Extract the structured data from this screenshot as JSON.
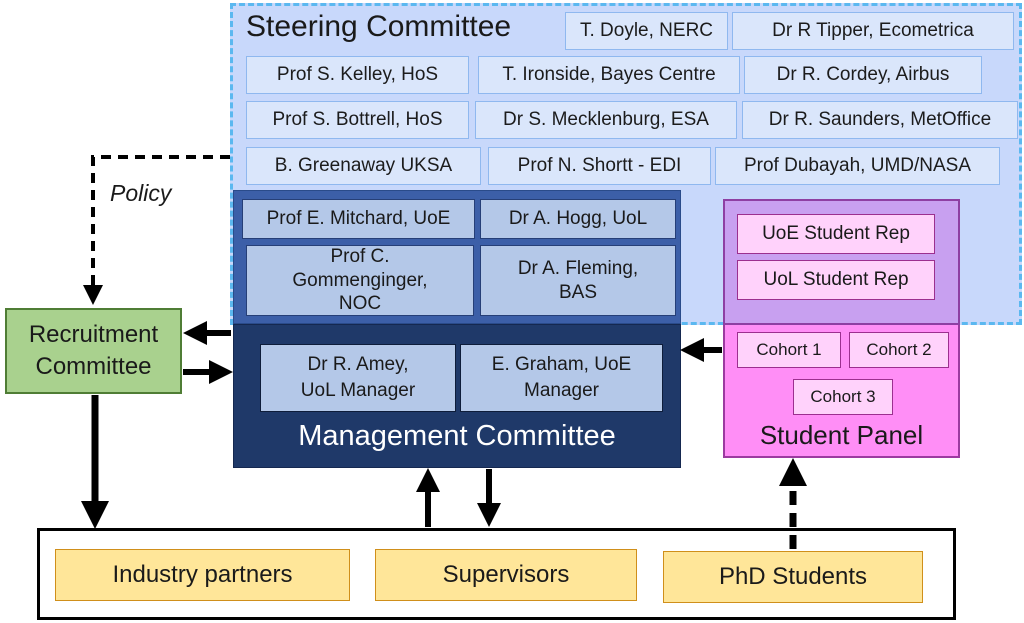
{
  "steering": {
    "title": "Steering Committee",
    "members": [
      "T. Doyle, NERC",
      "Dr R Tipper, Ecometrica",
      "Prof S. Kelley, HoS",
      "T. Ironside, Bayes Centre",
      "Dr R. Cordey, Airbus",
      "Prof S. Bottrell, HoS",
      "Dr S. Mecklenburg, ESA",
      "Dr R. Saunders, MetOffice",
      "B. Greenaway UKSA",
      "Prof N. Shortt - EDI",
      "Prof Dubayah, UMD/NASA"
    ]
  },
  "overlap": {
    "members": [
      "Prof E. Mitchard, UoE",
      "Dr A. Hogg, UoL",
      "Prof C. Gommenginger, NOC",
      "Dr A. Fleming, BAS"
    ]
  },
  "management": {
    "title": "Management Committee",
    "members": [
      "Dr R. Amey, UoL Manager",
      "E. Graham, UoE Manager"
    ]
  },
  "student_panel": {
    "title": "Student Panel",
    "reps": [
      "UoE Student Rep",
      "UoL Student Rep"
    ],
    "cohorts": [
      "Cohort 1",
      "Cohort 2",
      "Cohort 3"
    ]
  },
  "recruitment": {
    "title": "Recruitment Committee"
  },
  "policy_label": "Policy",
  "bottom": {
    "items": [
      "Industry partners",
      "Supervisors",
      "PhD Students"
    ]
  }
}
